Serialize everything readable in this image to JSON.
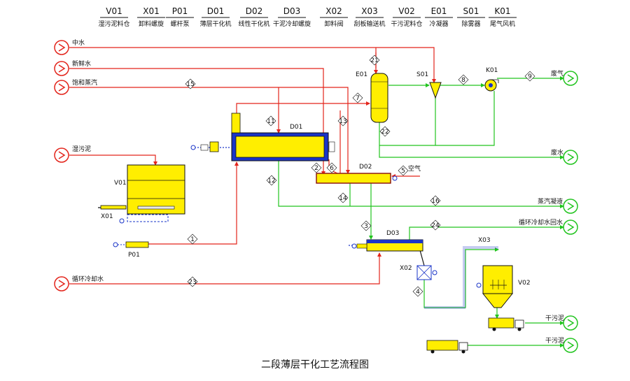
{
  "legend": [
    {
      "code": "V01",
      "name": "湿污泥料仓"
    },
    {
      "code": "X01",
      "name": "卸料螺旋"
    },
    {
      "code": "P01",
      "name": "螺杆泵"
    },
    {
      "code": "D01",
      "name": "薄层干化机"
    },
    {
      "code": "D02",
      "name": "线性干化机"
    },
    {
      "code": "D03",
      "name": "干泥冷却螺旋"
    },
    {
      "code": "X02",
      "name": "卸料阀"
    },
    {
      "code": "X03",
      "name": "刮板输送机"
    },
    {
      "code": "V02",
      "name": "干污泥料仓"
    },
    {
      "code": "E01",
      "name": "冷凝器"
    },
    {
      "code": "S01",
      "name": "除雾器"
    },
    {
      "code": "K01",
      "name": "尾气风机"
    }
  ],
  "inputs": {
    "zhongshui": "中水",
    "xinxianshui": "新鲜水",
    "steam": "饱和蒸汽",
    "wet_sludge": "湿污泥",
    "cooling_in": "循环冷却水",
    "air": "空气"
  },
  "outputs": {
    "exhaust": "废气",
    "wastewater": "废水",
    "condensate": "蒸汽凝液",
    "cooling_return": "循环冷却水回水",
    "dry_sludge": "干污泥",
    "dry_sludge2": "干污泥"
  },
  "equipment_tags": {
    "V01": "V01",
    "X01": "X01",
    "P01": "P01",
    "D01": "D01",
    "D02": "D02",
    "D03": "D03",
    "X02": "X02",
    "X03": "X03",
    "V02": "V02",
    "E01": "E01",
    "S01": "S01",
    "K01": "K01"
  },
  "streams": [
    "1",
    "2",
    "3",
    "4",
    "5",
    "6",
    "7",
    "8",
    "9",
    "11",
    "12",
    "13",
    "14",
    "15",
    "16",
    "21",
    "22",
    "23",
    "24"
  ],
  "caption": "二段薄层干化工艺流程图",
  "colors": {
    "red": "#e3241b",
    "green": "#22c41f",
    "yellow": "#ffee00",
    "blue": "#1a34c8",
    "black": "#111111"
  }
}
